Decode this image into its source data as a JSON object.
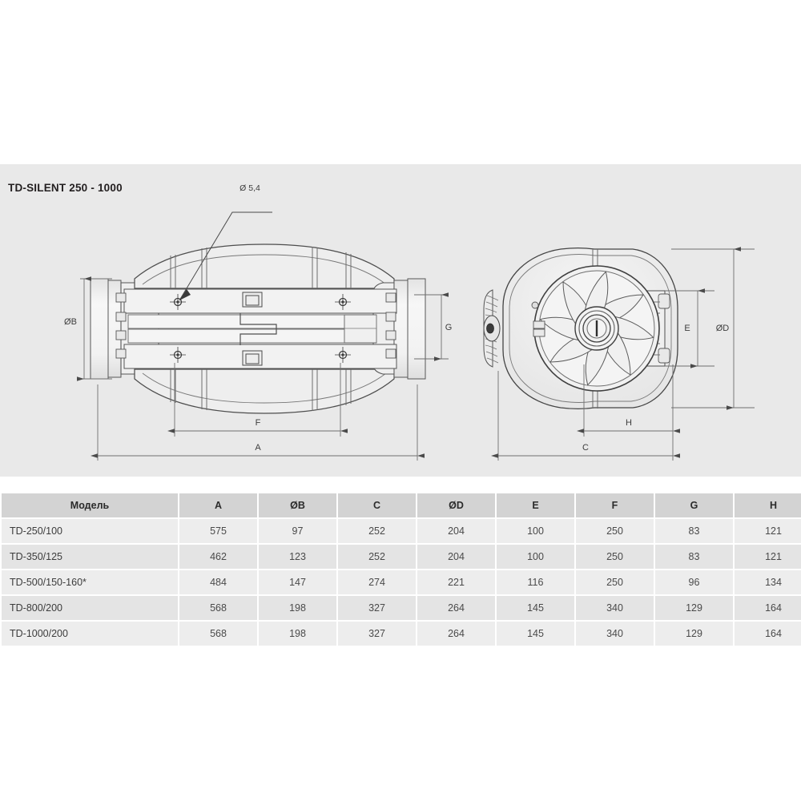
{
  "diagram": {
    "title": "TD-SILENT 250 - 1000",
    "callout": {
      "label": "Ø 5,4",
      "name": "screw-hole-diameter-callout"
    },
    "dimension_labels": {
      "ob": "ØB",
      "a": "A",
      "f": "F",
      "g": "G",
      "od": "ØD",
      "e": "E",
      "c": "C",
      "h": "H"
    },
    "colors": {
      "panel_background": "#e9e9e9",
      "line": "#6b6b6b",
      "line_dark": "#3a3a3a",
      "fill": "#f0f0f0",
      "text": "#3c3c3c"
    }
  },
  "table": {
    "headers": [
      "Модель",
      "A",
      "ØB",
      "C",
      "ØD",
      "E",
      "F",
      "G",
      "H"
    ],
    "rows": [
      {
        "model": "TD-250/100",
        "A": "575",
        "OB": "97",
        "C": "252",
        "OD": "204",
        "E": "100",
        "F": "250",
        "G": "83",
        "H": "121"
      },
      {
        "model": "TD-350/125",
        "A": "462",
        "OB": "123",
        "C": "252",
        "OD": "204",
        "E": "100",
        "F": "250",
        "G": "83",
        "H": "121"
      },
      {
        "model": "TD-500/150-160*",
        "A": "484",
        "OB": "147",
        "C": "274",
        "OD": "221",
        "E": "116",
        "F": "250",
        "G": "96",
        "H": "134"
      },
      {
        "model": "TD-800/200",
        "A": "568",
        "OB": "198",
        "C": "327",
        "OD": "264",
        "E": "145",
        "F": "340",
        "G": "129",
        "H": "164"
      },
      {
        "model": "TD-1000/200",
        "A": "568",
        "OB": "198",
        "C": "327",
        "OD": "264",
        "E": "145",
        "F": "340",
        "G": "129",
        "H": "164"
      }
    ],
    "colors": {
      "header_background": "#d3d3d3",
      "row_odd": "#ededed",
      "row_even": "#e4e4e4"
    }
  }
}
